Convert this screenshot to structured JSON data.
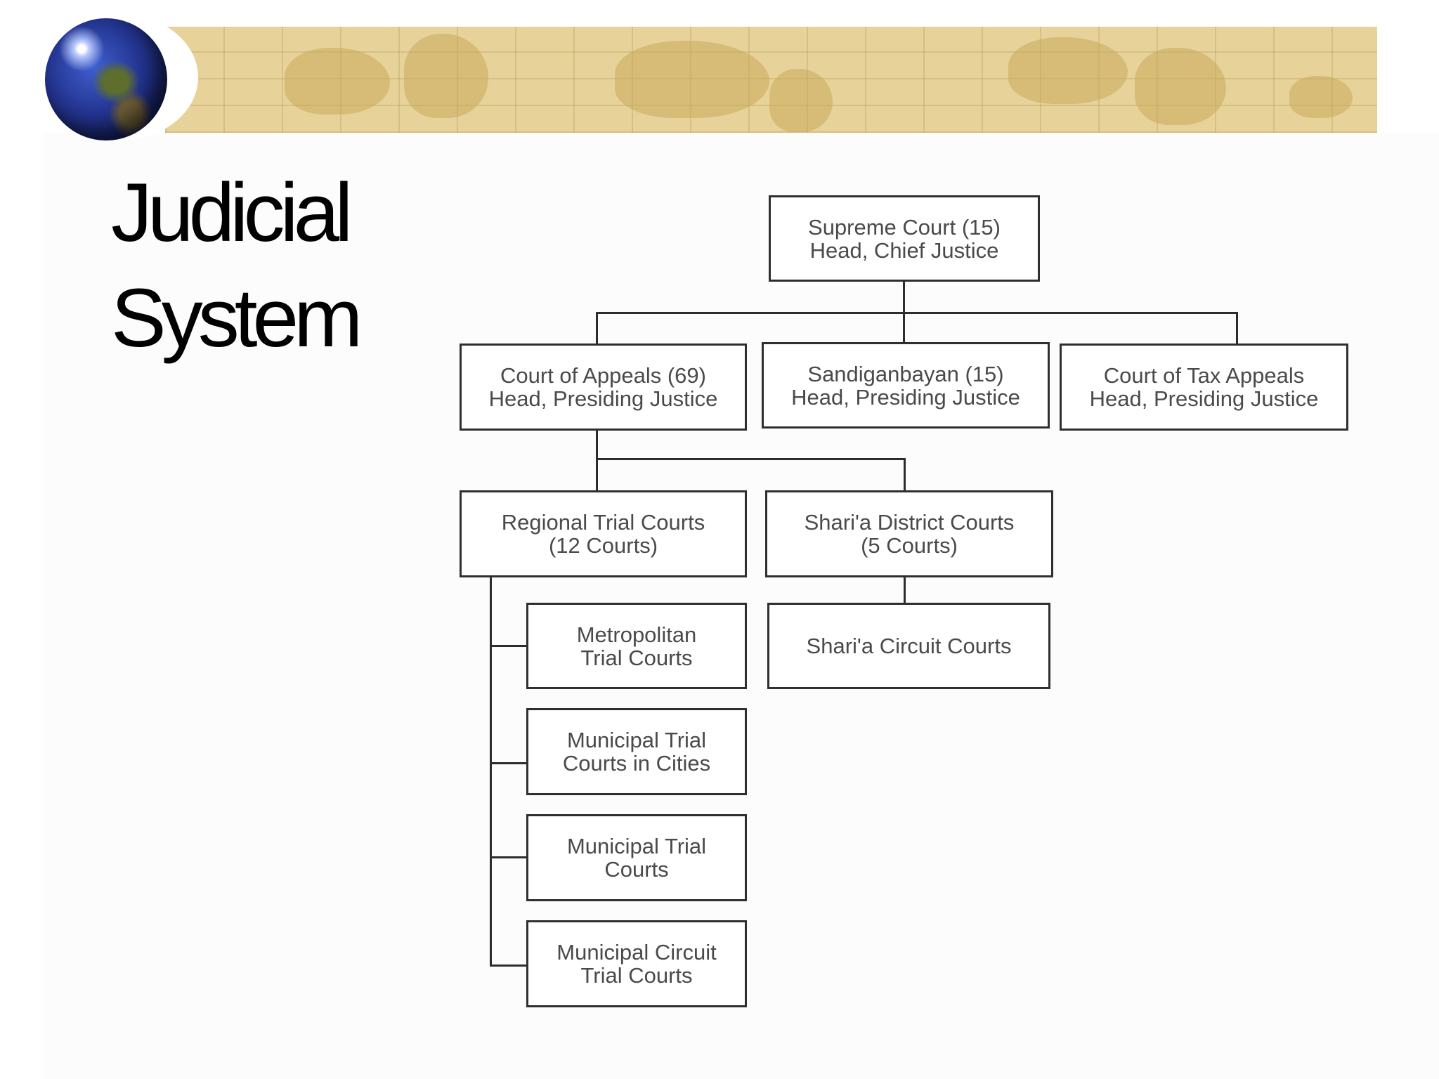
{
  "slide": {
    "title_lines": [
      "Judicial",
      "System"
    ]
  },
  "org_chart": {
    "supreme_court": [
      "Supreme Court (15)",
      "Head, Chief Justice"
    ],
    "court_of_appeals": [
      "Court of Appeals (69)",
      "Head, Presiding Justice"
    ],
    "sandiganbayan": [
      "Sandiganbayan (15)",
      "Head, Presiding Justice"
    ],
    "court_of_tax_appeals": [
      "Court of Tax Appeals",
      "Head, Presiding Justice"
    ],
    "regional_trial_courts": [
      "Regional Trial Courts",
      "(12 Courts)"
    ],
    "sharia_district_courts": [
      "Shari'a District Courts",
      "(5 Courts)"
    ],
    "metropolitan_trial_courts": [
      "Metropolitan",
      "Trial Courts"
    ],
    "municipal_trial_courts_in_cities": [
      "Municipal Trial",
      "Courts in Cities"
    ],
    "municipal_trial_courts": [
      "Municipal Trial",
      "Courts"
    ],
    "municipal_circuit_trial_courts": [
      "Municipal Circuit",
      "Trial Courts"
    ],
    "sharia_circuit_courts": [
      "Shari'a Circuit Courts"
    ]
  },
  "colors": {
    "banner": "#e7d39a",
    "box_border": "#2f2f2f",
    "box_text": "#4a4a4a"
  }
}
